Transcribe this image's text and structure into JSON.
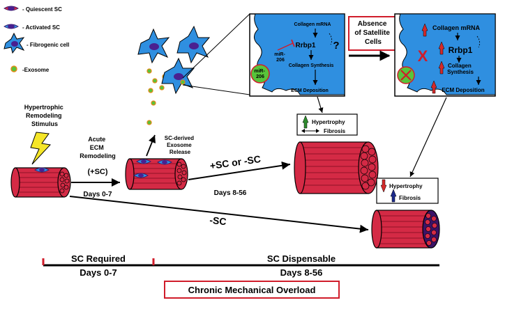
{
  "legend": {
    "quiescent": "- Quiescent SC",
    "activated": "- Activated SC",
    "fibrogenic": "- Fibrogenic cell",
    "exosome": "-Exosome"
  },
  "stimulus": [
    "Hypertrophic",
    "Remodeling",
    "Stimulus"
  ],
  "acute": [
    "Acute",
    "ECM",
    "Remodeling",
    "(+SC)"
  ],
  "days_0_7": "Days 0-7",
  "exosome_release": [
    "SC-derived",
    "Exosome",
    "Release"
  ],
  "path_sc": "+SC or -SC",
  "days_8_56": "Days 8-56",
  "path_nosc": "-SC",
  "absence_box": [
    "Absence",
    "of Satellite",
    "Cells"
  ],
  "inset_left": {
    "collagen_mrna": "Collagen mRNA",
    "question": "?",
    "rrbp1": "Rrbp1",
    "mir206_label": [
      "miR-",
      "206"
    ],
    "exosome_mir": [
      "miR-",
      "206"
    ],
    "collagen_synthesis": "Collagen Synthesis",
    "ecm_deposition": "ECM Deposition"
  },
  "inset_right": {
    "collagen_mrna": "Collagen mRNA",
    "rrbp1": "Rrbp1",
    "collagen_synthesis": [
      "Collagen",
      "Synthesis"
    ],
    "ecm_deposition": "ECM Deposition",
    "x_mark": "X"
  },
  "outcome_sc": {
    "hypertrophy": "Hypertrophy",
    "fibrosis": "Fibrosis"
  },
  "outcome_nosc": {
    "hypertrophy": "Hypertrophy",
    "fibrosis": "Fibrosis"
  },
  "timeline": {
    "phase1": "SC Required",
    "phase1_days": "Days 0-7",
    "phase2": "SC Dispensable",
    "phase2_days": "Days 8-56"
  },
  "bottom_label": "Chronic Mechanical Overload",
  "colors": {
    "muscle": "#d42a45",
    "muscle_dark": "#7a0d1c",
    "cell_blue": "#2f8fe0",
    "nucleus": "#4a2090",
    "exosome_green": "#58c43a",
    "exosome_orange": "#e38a1a",
    "border_red": "#d01c2a",
    "up_red": "#d42a2a",
    "up_green": "#2e8b2e",
    "up_blue": "#1c2a8c",
    "fibrosis_fill": "#3b1266"
  }
}
